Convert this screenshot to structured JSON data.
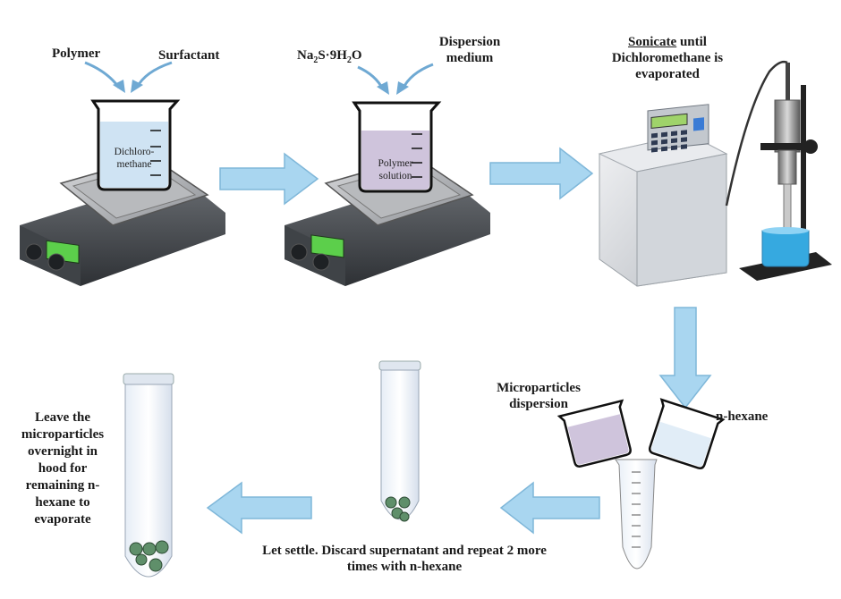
{
  "step1": {
    "polymer": "Polymer",
    "surfactant": "Surfactant",
    "beaker_line1": "Dichloro-",
    "beaker_line2": "methane"
  },
  "step2": {
    "salt_prefix": "Na",
    "salt_sub1": "2",
    "salt_mid": "S·9H",
    "salt_sub2": "2",
    "salt_suffix": "O",
    "dispersion_line1": "Dispersion",
    "dispersion_line2": "medium",
    "beaker_line1": "Polymer",
    "beaker_line2": "solution"
  },
  "step3": {
    "sonicate_word": "Sonicate",
    "sonicate_rest": " until",
    "line2": "Dichloromethane is",
    "line3": "evaporated"
  },
  "step4": {
    "micro_line1": "Microparticles",
    "micro_line2": "dispersion",
    "hexane": "n-hexane"
  },
  "step5": {
    "settle_line1": "Let settle.  Discard supernatant and repeat 2 more",
    "settle_line2": "times with n-hexane"
  },
  "step6": {
    "lines": [
      "Leave the",
      "microparticles",
      "overnight in",
      "hood for",
      "remaining n-",
      "hexane to",
      "evaporate"
    ]
  },
  "colors": {
    "arrow": "#a9d6f0",
    "arrow_stroke": "#7fb7d9",
    "liquid_blue": "#cfe3f3",
    "liquid_purple": "#cfc4dc",
    "sonicator_beaker": "#36a9e0",
    "particle": "#5f8f6a"
  }
}
